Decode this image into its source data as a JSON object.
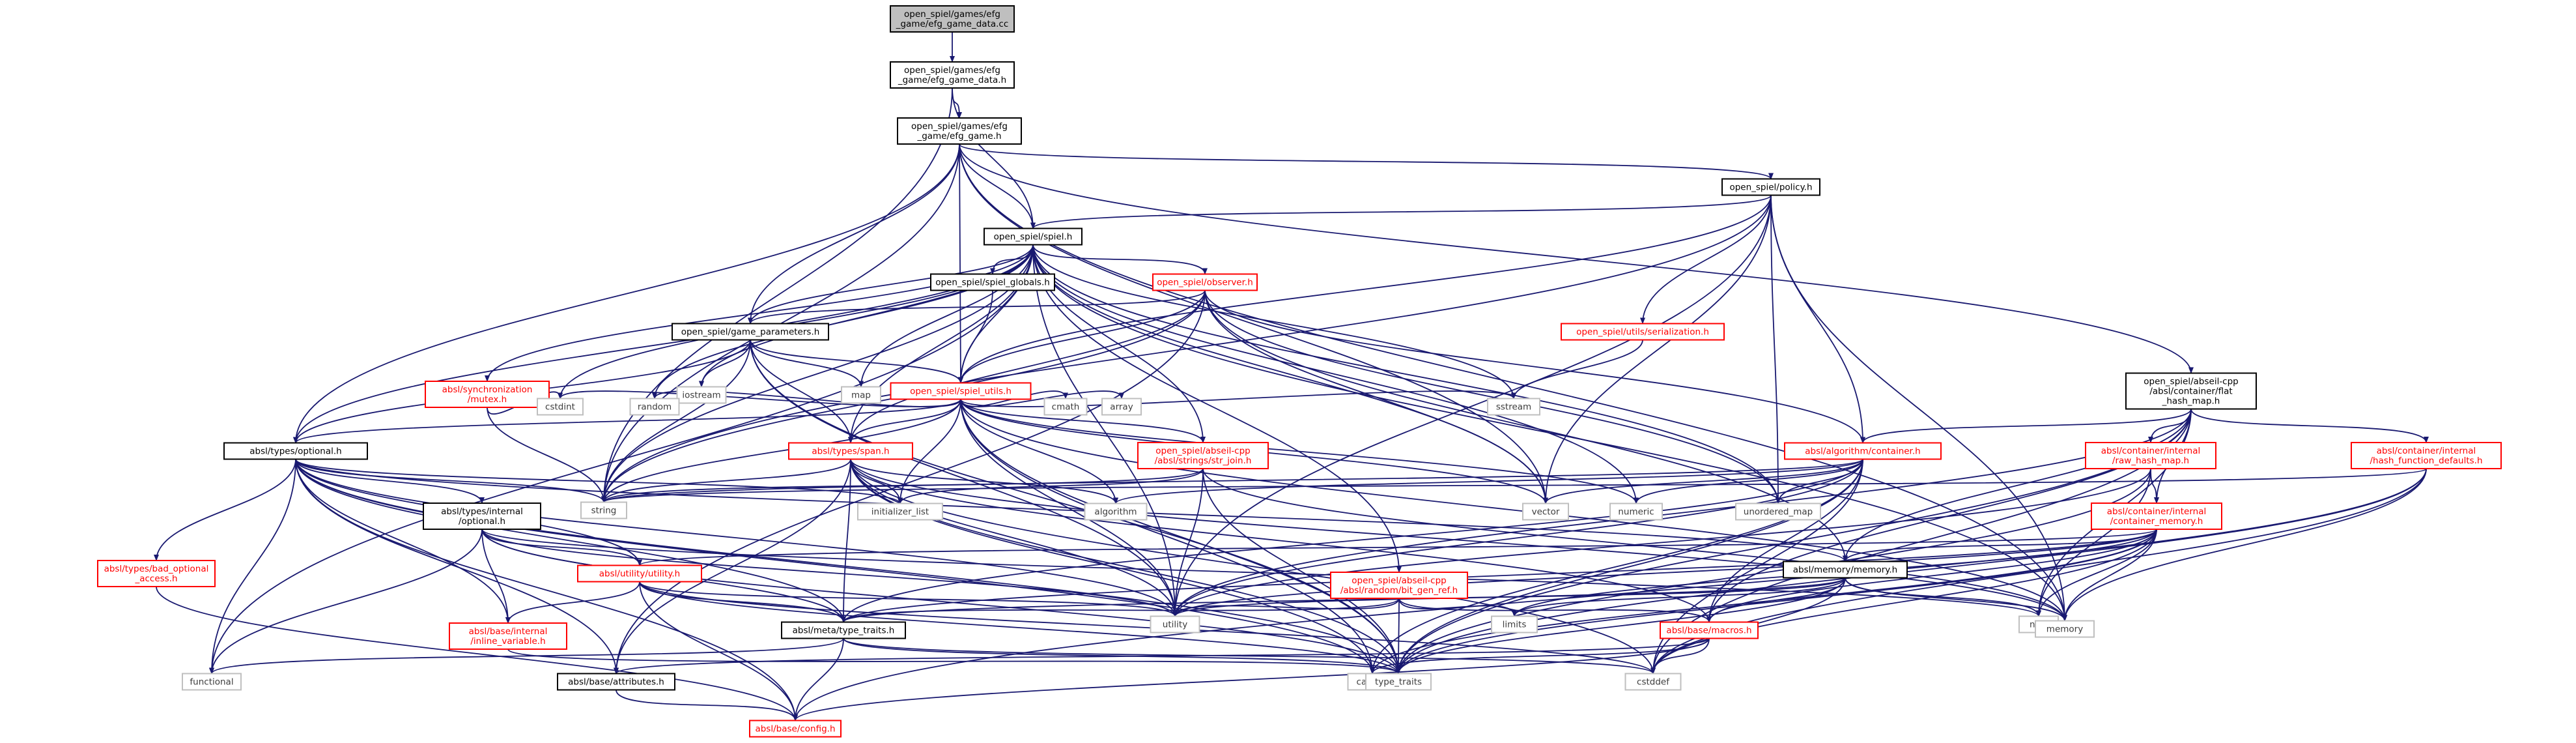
{
  "colors": {
    "edge": "#191970",
    "normal_border": "#000000",
    "normal_text": "#000000",
    "missing_border": "#ff0000",
    "missing_text": "#ff0000",
    "root_fill": "#bfbfbf",
    "external_border": "#bfbfbf",
    "external_text": "#3c3c3c"
  },
  "nodes": [
    {
      "id": "efg_game_data_cc",
      "lines": [
        "open_spiel/games/efg",
        "_game/efg_game_data.cc"
      ],
      "kind": "root"
    },
    {
      "id": "efg_game_data_h",
      "lines": [
        "open_spiel/games/efg",
        "_game/efg_game_data.h"
      ],
      "kind": "normal"
    },
    {
      "id": "efg_game_h",
      "lines": [
        "open_spiel/games/efg",
        "_game/efg_game.h"
      ],
      "kind": "normal"
    },
    {
      "id": "policy_h",
      "lines": [
        "open_spiel/policy.h"
      ],
      "kind": "normal"
    },
    {
      "id": "spiel_h",
      "lines": [
        "open_spiel/spiel.h"
      ],
      "kind": "normal"
    },
    {
      "id": "spiel_globals_h",
      "lines": [
        "open_spiel/spiel_globals.h"
      ],
      "kind": "normal"
    },
    {
      "id": "observer_h",
      "lines": [
        "open_spiel/observer.h"
      ],
      "kind": "missing"
    },
    {
      "id": "game_parameters_h",
      "lines": [
        "open_spiel/game_parameters.h"
      ],
      "kind": "normal"
    },
    {
      "id": "serialization_h",
      "lines": [
        "open_spiel/utils/serialization.h"
      ],
      "kind": "missing"
    },
    {
      "id": "mutex_h",
      "lines": [
        "absl/synchronization",
        "/mutex.h"
      ],
      "kind": "missing"
    },
    {
      "id": "spiel_utils_h",
      "lines": [
        "open_spiel/spiel_utils.h"
      ],
      "kind": "missing"
    },
    {
      "id": "flat_hash_map_h",
      "lines": [
        "open_spiel/abseil-cpp",
        "/absl/container/flat",
        "_hash_map.h"
      ],
      "kind": "normal"
    },
    {
      "id": "optional_h",
      "lines": [
        "absl/types/optional.h"
      ],
      "kind": "normal"
    },
    {
      "id": "span_h",
      "lines": [
        "absl/types/span.h"
      ],
      "kind": "missing"
    },
    {
      "id": "str_join_h",
      "lines": [
        "open_spiel/abseil-cpp",
        "/absl/strings/str_join.h"
      ],
      "kind": "missing"
    },
    {
      "id": "algo_container_h",
      "lines": [
        "absl/algorithm/container.h"
      ],
      "kind": "missing"
    },
    {
      "id": "raw_hash_map_h",
      "lines": [
        "absl/container/internal",
        "/raw_hash_map.h"
      ],
      "kind": "missing"
    },
    {
      "id": "hash_function_defaults_h",
      "lines": [
        "absl/container/internal",
        "/hash_function_defaults.h"
      ],
      "kind": "missing"
    },
    {
      "id": "container_memory_h",
      "lines": [
        "absl/container/internal",
        "/container_memory.h"
      ],
      "kind": "missing"
    },
    {
      "id": "internal_optional_h",
      "lines": [
        "absl/types/internal",
        "/optional.h"
      ],
      "kind": "normal"
    },
    {
      "id": "bad_optional_access_h",
      "lines": [
        "absl/types/bad_optional",
        "_access.h"
      ],
      "kind": "missing"
    },
    {
      "id": "utility_h",
      "lines": [
        "absl/utility/utility.h"
      ],
      "kind": "missing"
    },
    {
      "id": "inline_variable_h",
      "lines": [
        "absl/base/internal",
        "/inline_variable.h"
      ],
      "kind": "missing"
    },
    {
      "id": "type_traits_meta_h",
      "lines": [
        "absl/meta/type_traits.h"
      ],
      "kind": "normal"
    },
    {
      "id": "attributes_h",
      "lines": [
        "absl/base/attributes.h"
      ],
      "kind": "normal"
    },
    {
      "id": "config_h",
      "lines": [
        "absl/base/config.h"
      ],
      "kind": "missing"
    },
    {
      "id": "memory_memory_h",
      "lines": [
        "absl/memory/memory.h"
      ],
      "kind": "normal"
    },
    {
      "id": "bit_gen_ref_h",
      "lines": [
        "open_spiel/abseil-cpp",
        "/absl/random/bit_gen_ref.h"
      ],
      "kind": "missing"
    },
    {
      "id": "macros_h",
      "lines": [
        "absl/base/macros.h"
      ],
      "kind": "missing"
    },
    {
      "id": "iostream",
      "lines": [
        "iostream"
      ],
      "kind": "external"
    },
    {
      "id": "map",
      "lines": [
        "map"
      ],
      "kind": "external"
    },
    {
      "id": "cstdint",
      "lines": [
        "cstdint"
      ],
      "kind": "external"
    },
    {
      "id": "random",
      "lines": [
        "random"
      ],
      "kind": "external"
    },
    {
      "id": "cmath",
      "lines": [
        "cmath"
      ],
      "kind": "external"
    },
    {
      "id": "array",
      "lines": [
        "array"
      ],
      "kind": "external"
    },
    {
      "id": "sstream",
      "lines": [
        "sstream"
      ],
      "kind": "external"
    },
    {
      "id": "string",
      "lines": [
        "string"
      ],
      "kind": "external"
    },
    {
      "id": "initializer_list",
      "lines": [
        "initializer_list"
      ],
      "kind": "external"
    },
    {
      "id": "algorithm",
      "lines": [
        "algorithm"
      ],
      "kind": "external"
    },
    {
      "id": "vector",
      "lines": [
        "vector"
      ],
      "kind": "external"
    },
    {
      "id": "numeric",
      "lines": [
        "numeric"
      ],
      "kind": "external"
    },
    {
      "id": "unordered_map",
      "lines": [
        "unordered_map"
      ],
      "kind": "external"
    },
    {
      "id": "utility",
      "lines": [
        "utility"
      ],
      "kind": "external"
    },
    {
      "id": "limits",
      "lines": [
        "limits"
      ],
      "kind": "external"
    },
    {
      "id": "new",
      "lines": [
        "new"
      ],
      "kind": "external"
    },
    {
      "id": "memory",
      "lines": [
        "memory"
      ],
      "kind": "external"
    },
    {
      "id": "functional",
      "lines": [
        "functional"
      ],
      "kind": "external"
    },
    {
      "id": "cassert",
      "lines": [
        "cassert"
      ],
      "kind": "external"
    },
    {
      "id": "type_traits",
      "lines": [
        "type_traits"
      ],
      "kind": "external"
    },
    {
      "id": "cstddef",
      "lines": [
        "cstddef"
      ],
      "kind": "external"
    }
  ],
  "edges": [
    [
      "efg_game_data_cc",
      "efg_game_data_h"
    ],
    [
      "efg_game_data_h",
      "efg_game_h"
    ],
    [
      "efg_game_data_h",
      "spiel_h"
    ],
    [
      "efg_game_data_h",
      "string"
    ],
    [
      "efg_game_h",
      "policy_h"
    ],
    [
      "efg_game_h",
      "spiel_h"
    ],
    [
      "efg_game_h",
      "spiel_utils_h"
    ],
    [
      "efg_game_h",
      "game_parameters_h"
    ],
    [
      "efg_game_h",
      "flat_hash_map_h"
    ],
    [
      "efg_game_h",
      "optional_h"
    ],
    [
      "efg_game_h",
      "memory"
    ],
    [
      "efg_game_h",
      "string"
    ],
    [
      "efg_game_h",
      "vector"
    ],
    [
      "policy_h",
      "spiel_h"
    ],
    [
      "policy_h",
      "spiel_utils_h"
    ],
    [
      "policy_h",
      "serialization_h"
    ],
    [
      "policy_h",
      "algo_container_h"
    ],
    [
      "policy_h",
      "memory"
    ],
    [
      "policy_h",
      "string"
    ],
    [
      "policy_h",
      "unordered_map"
    ],
    [
      "policy_h",
      "utility"
    ],
    [
      "policy_h",
      "vector"
    ],
    [
      "spiel_h",
      "spiel_globals_h"
    ],
    [
      "spiel_h",
      "observer_h"
    ],
    [
      "spiel_h",
      "game_parameters_h"
    ],
    [
      "spiel_h",
      "spiel_utils_h"
    ],
    [
      "spiel_h",
      "mutex_h"
    ],
    [
      "spiel_h",
      "optional_h"
    ],
    [
      "spiel_h",
      "span_h"
    ],
    [
      "spiel_h",
      "str_join_h"
    ],
    [
      "spiel_h",
      "bit_gen_ref_h"
    ],
    [
      "spiel_h",
      "iostream"
    ],
    [
      "spiel_h",
      "map"
    ],
    [
      "spiel_h",
      "random"
    ],
    [
      "spiel_h",
      "sstream"
    ],
    [
      "spiel_h",
      "string"
    ],
    [
      "spiel_h",
      "functional"
    ],
    [
      "spiel_h",
      "cstdint"
    ],
    [
      "spiel_h",
      "memory"
    ],
    [
      "spiel_h",
      "unordered_map"
    ],
    [
      "spiel_h",
      "utility"
    ],
    [
      "spiel_h",
      "vector"
    ],
    [
      "spiel_h",
      "numeric"
    ],
    [
      "spiel_globals_h",
      "spiel_utils_h"
    ],
    [
      "observer_h",
      "game_parameters_h"
    ],
    [
      "observer_h",
      "spiel_utils_h"
    ],
    [
      "observer_h",
      "span_h"
    ],
    [
      "observer_h",
      "algo_container_h"
    ],
    [
      "observer_h",
      "memory_memory_h"
    ],
    [
      "observer_h",
      "string"
    ],
    [
      "observer_h",
      "vector"
    ],
    [
      "observer_h",
      "attributes_h"
    ],
    [
      "observer_h",
      "unordered_map"
    ],
    [
      "game_parameters_h",
      "spiel_utils_h"
    ],
    [
      "game_parameters_h",
      "iostream"
    ],
    [
      "game_parameters_h",
      "map"
    ],
    [
      "game_parameters_h",
      "string"
    ],
    [
      "game_parameters_h",
      "optional_h"
    ],
    [
      "game_parameters_h",
      "span_h"
    ],
    [
      "game_parameters_h",
      "utility"
    ],
    [
      "game_parameters_h",
      "type_traits"
    ],
    [
      "serialization_h",
      "sstream"
    ],
    [
      "mutex_h",
      "string"
    ],
    [
      "mutex_h",
      "cstdint"
    ],
    [
      "spiel_utils_h",
      "optional_h"
    ],
    [
      "spiel_utils_h",
      "span_h"
    ],
    [
      "spiel_utils_h",
      "str_join_h"
    ],
    [
      "spiel_utils_h",
      "cstdint"
    ],
    [
      "spiel_utils_h",
      "random"
    ],
    [
      "spiel_utils_h",
      "cmath"
    ],
    [
      "spiel_utils_h",
      "array"
    ],
    [
      "spiel_utils_h",
      "sstream"
    ],
    [
      "spiel_utils_h",
      "string"
    ],
    [
      "spiel_utils_h",
      "vector"
    ],
    [
      "spiel_utils_h",
      "algorithm"
    ],
    [
      "spiel_utils_h",
      "utility"
    ],
    [
      "spiel_utils_h",
      "memory"
    ],
    [
      "spiel_utils_h",
      "cassert"
    ],
    [
      "spiel_utils_h",
      "initializer_list"
    ],
    [
      "spiel_utils_h",
      "numeric"
    ],
    [
      "spiel_utils_h",
      "type_traits"
    ],
    [
      "flat_hash_map_h",
      "algo_container_h"
    ],
    [
      "flat_hash_map_h",
      "raw_hash_map_h"
    ],
    [
      "flat_hash_map_h",
      "hash_function_defaults_h"
    ],
    [
      "flat_hash_map_h",
      "container_memory_h"
    ],
    [
      "flat_hash_map_h",
      "memory_memory_h"
    ],
    [
      "flat_hash_map_h",
      "macros_h"
    ],
    [
      "flat_hash_map_h",
      "utility"
    ],
    [
      "flat_hash_map_h",
      "type_traits"
    ],
    [
      "flat_hash_map_h",
      "cstddef"
    ],
    [
      "flat_hash_map_h",
      "new"
    ],
    [
      "optional_h",
      "internal_optional_h"
    ],
    [
      "optional_h",
      "bad_optional_access_h"
    ],
    [
      "optional_h",
      "utility_h"
    ],
    [
      "optional_h",
      "inline_variable_h"
    ],
    [
      "optional_h",
      "type_traits_meta_h"
    ],
    [
      "optional_h",
      "attributes_h"
    ],
    [
      "optional_h",
      "config_h"
    ],
    [
      "optional_h",
      "functional"
    ],
    [
      "optional_h",
      "initializer_list"
    ],
    [
      "optional_h",
      "type_traits"
    ],
    [
      "optional_h",
      "utility"
    ],
    [
      "optional_h",
      "cassert"
    ],
    [
      "optional_h",
      "memory_memory_h"
    ],
    [
      "optional_h",
      "string"
    ],
    [
      "span_h",
      "algorithm"
    ],
    [
      "span_h",
      "initializer_list"
    ],
    [
      "span_h",
      "string"
    ],
    [
      "span_h",
      "type_traits_meta_h"
    ],
    [
      "span_h",
      "macros_h"
    ],
    [
      "span_h",
      "attributes_h"
    ],
    [
      "span_h",
      "utility"
    ],
    [
      "span_h",
      "type_traits"
    ],
    [
      "span_h",
      "cassert"
    ],
    [
      "span_h",
      "cstddef"
    ],
    [
      "span_h",
      "memory"
    ],
    [
      "str_join_h",
      "string"
    ],
    [
      "str_join_h",
      "initializer_list"
    ],
    [
      "str_join_h",
      "utility"
    ],
    [
      "str_join_h",
      "memory"
    ],
    [
      "str_join_h",
      "type_traits"
    ],
    [
      "algo_container_h",
      "algorithm"
    ],
    [
      "algo_container_h",
      "vector"
    ],
    [
      "algo_container_h",
      "numeric"
    ],
    [
      "algo_container_h",
      "unordered_map"
    ],
    [
      "algo_container_h",
      "utility"
    ],
    [
      "algo_container_h",
      "type_traits_meta_h"
    ],
    [
      "algo_container_h",
      "macros_h"
    ],
    [
      "algo_container_h",
      "cassert"
    ],
    [
      "algo_container_h",
      "type_traits"
    ],
    [
      "algo_container_h",
      "cstddef"
    ],
    [
      "algo_container_h",
      "string"
    ],
    [
      "raw_hash_map_h",
      "container_memory_h"
    ],
    [
      "raw_hash_map_h",
      "utility"
    ],
    [
      "raw_hash_map_h",
      "type_traits"
    ],
    [
      "raw_hash_map_h",
      "new"
    ],
    [
      "hash_function_defaults_h",
      "string"
    ],
    [
      "hash_function_defaults_h",
      "memory"
    ],
    [
      "hash_function_defaults_h",
      "type_traits"
    ],
    [
      "hash_function_defaults_h",
      "cstddef"
    ],
    [
      "hash_function_defaults_h",
      "config_h"
    ],
    [
      "container_memory_h",
      "memory_memory_h"
    ],
    [
      "container_memory_h",
      "utility_h"
    ],
    [
      "container_memory_h",
      "type_traits_meta_h"
    ],
    [
      "container_memory_h",
      "macros_h"
    ],
    [
      "container_memory_h",
      "utility"
    ],
    [
      "container_memory_h",
      "memory"
    ],
    [
      "container_memory_h",
      "new"
    ],
    [
      "container_memory_h",
      "cstddef"
    ],
    [
      "container_memory_h",
      "type_traits"
    ],
    [
      "container_memory_h",
      "cassert"
    ],
    [
      "container_memory_h",
      "limits"
    ],
    [
      "internal_optional_h",
      "utility_h"
    ],
    [
      "internal_optional_h",
      "inline_variable_h"
    ],
    [
      "internal_optional_h",
      "type_traits_meta_h"
    ],
    [
      "internal_optional_h",
      "functional"
    ],
    [
      "internal_optional_h",
      "new"
    ],
    [
      "internal_optional_h",
      "type_traits"
    ],
    [
      "internal_optional_h",
      "utility"
    ],
    [
      "bad_optional_access_h",
      "config_h"
    ],
    [
      "utility_h",
      "inline_variable_h"
    ],
    [
      "utility_h",
      "type_traits_meta_h"
    ],
    [
      "utility_h",
      "config_h"
    ],
    [
      "utility_h",
      "cstddef"
    ],
    [
      "utility_h",
      "utility"
    ],
    [
      "utility_h",
      "type_traits"
    ],
    [
      "inline_variable_h",
      "type_traits"
    ],
    [
      "type_traits_meta_h",
      "config_h"
    ],
    [
      "type_traits_meta_h",
      "cstddef"
    ],
    [
      "type_traits_meta_h",
      "type_traits"
    ],
    [
      "type_traits_meta_h",
      "functional"
    ],
    [
      "attributes_h",
      "config_h"
    ],
    [
      "memory_memory_h",
      "macros_h"
    ],
    [
      "memory_memory_h",
      "type_traits_meta_h"
    ],
    [
      "memory_memory_h",
      "memory"
    ],
    [
      "memory_memory_h",
      "new"
    ],
    [
      "memory_memory_h",
      "utility"
    ],
    [
      "memory_memory_h",
      "limits"
    ],
    [
      "memory_memory_h",
      "cstddef"
    ],
    [
      "memory_memory_h",
      "type_traits"
    ],
    [
      "bit_gen_ref_h",
      "macros_h"
    ],
    [
      "bit_gen_ref_h",
      "type_traits_meta_h"
    ],
    [
      "bit_gen_ref_h",
      "utility"
    ],
    [
      "bit_gen_ref_h",
      "limits"
    ],
    [
      "bit_gen_ref_h",
      "type_traits"
    ],
    [
      "macros_h",
      "attributes_h"
    ],
    [
      "macros_h",
      "config_h"
    ],
    [
      "macros_h",
      "cassert"
    ],
    [
      "macros_h",
      "cstddef"
    ]
  ]
}
